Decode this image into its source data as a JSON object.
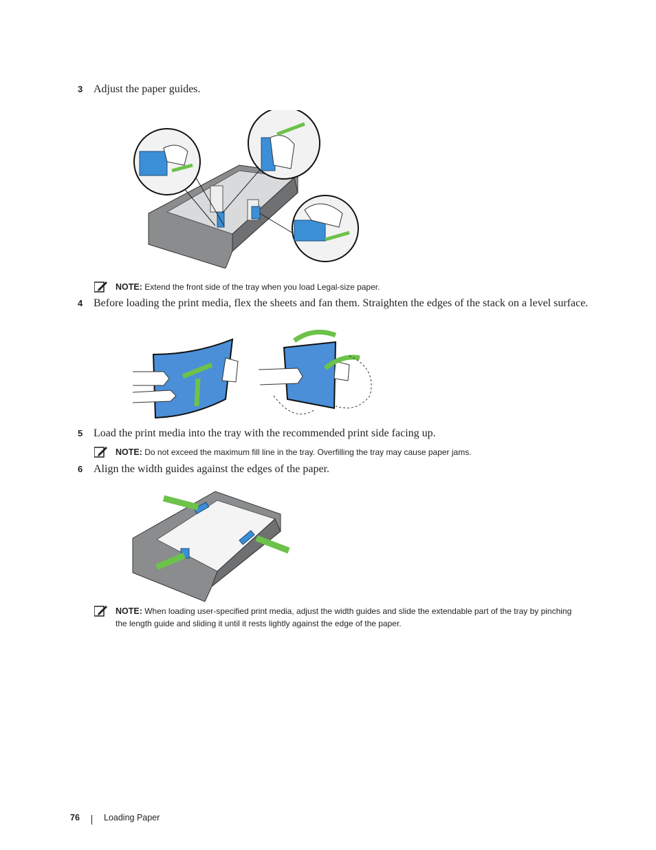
{
  "steps": [
    {
      "number": "3",
      "text": "Adjust the paper guides."
    },
    {
      "number": "4",
      "text": "Before loading the print media, flex the sheets and fan them. Straighten the edges of the stack on a level surface."
    },
    {
      "number": "5",
      "text": "Load the print media into the tray with the recommended print side facing up."
    },
    {
      "number": "6",
      "text": "Align the width guides against the edges of the paper."
    }
  ],
  "notes": [
    {
      "label": "NOTE:",
      "text": "Extend the front side of the tray when you load Legal-size paper."
    },
    {
      "label": "NOTE:",
      "text": "Do not exceed the maximum fill line in the tray. Overfilling the tray may cause paper jams."
    },
    {
      "label": "NOTE:",
      "text": "When loading user-specified print media, adjust the width guides and slide the extendable part of the tray by pinching the length guide and sliding it until it rests lightly against the edge of the paper."
    }
  ],
  "footer": {
    "page_number": "76",
    "section": "Loading Paper"
  },
  "colors": {
    "arrow_green": "#6cc24a",
    "guide_blue": "#3b8fd6",
    "tray_gray": "#8a8c8e",
    "paper_blue": "#4a8fd8"
  },
  "icons": [
    "note-pencil-icon"
  ]
}
